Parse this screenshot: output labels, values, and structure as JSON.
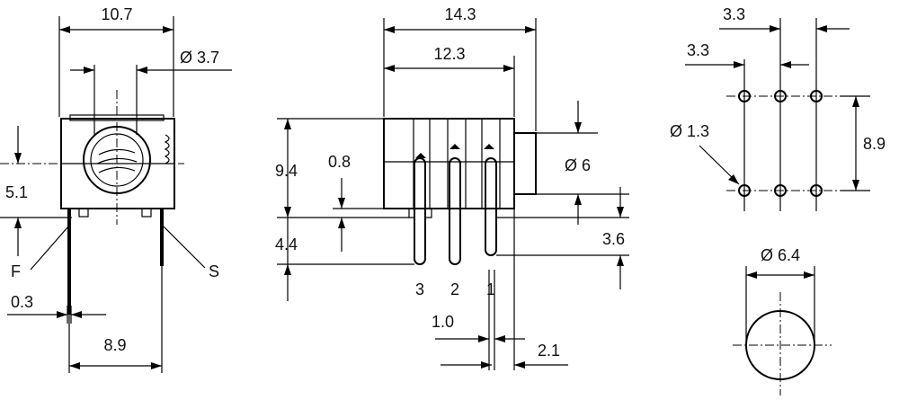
{
  "front_view": {
    "width_top": "10.7",
    "hole_diameter": "Ø 3.7",
    "height_center": "5.1",
    "label_f": "F",
    "label_s": "S",
    "pin_thickness": "0.3",
    "pin_spacing": "8.9"
  },
  "side_view": {
    "overall_length": "14.3",
    "body_length": "12.3",
    "height": "9.4",
    "offset": "0.8",
    "thread_diameter": "Ø 6",
    "pin_length_left": "4.4",
    "pin_length_right": "3.6",
    "pin_labels": [
      "3",
      "2",
      "1"
    ],
    "pin_pitch": "1.0",
    "pin_offset": "2.1"
  },
  "pcb_layout": {
    "spacing_a": "3.3",
    "spacing_b": "3.3",
    "hole_diameter": "Ø 1.3",
    "row_spacing": "8.9"
  },
  "panel_cutout": {
    "diameter": "Ø 6.4"
  }
}
